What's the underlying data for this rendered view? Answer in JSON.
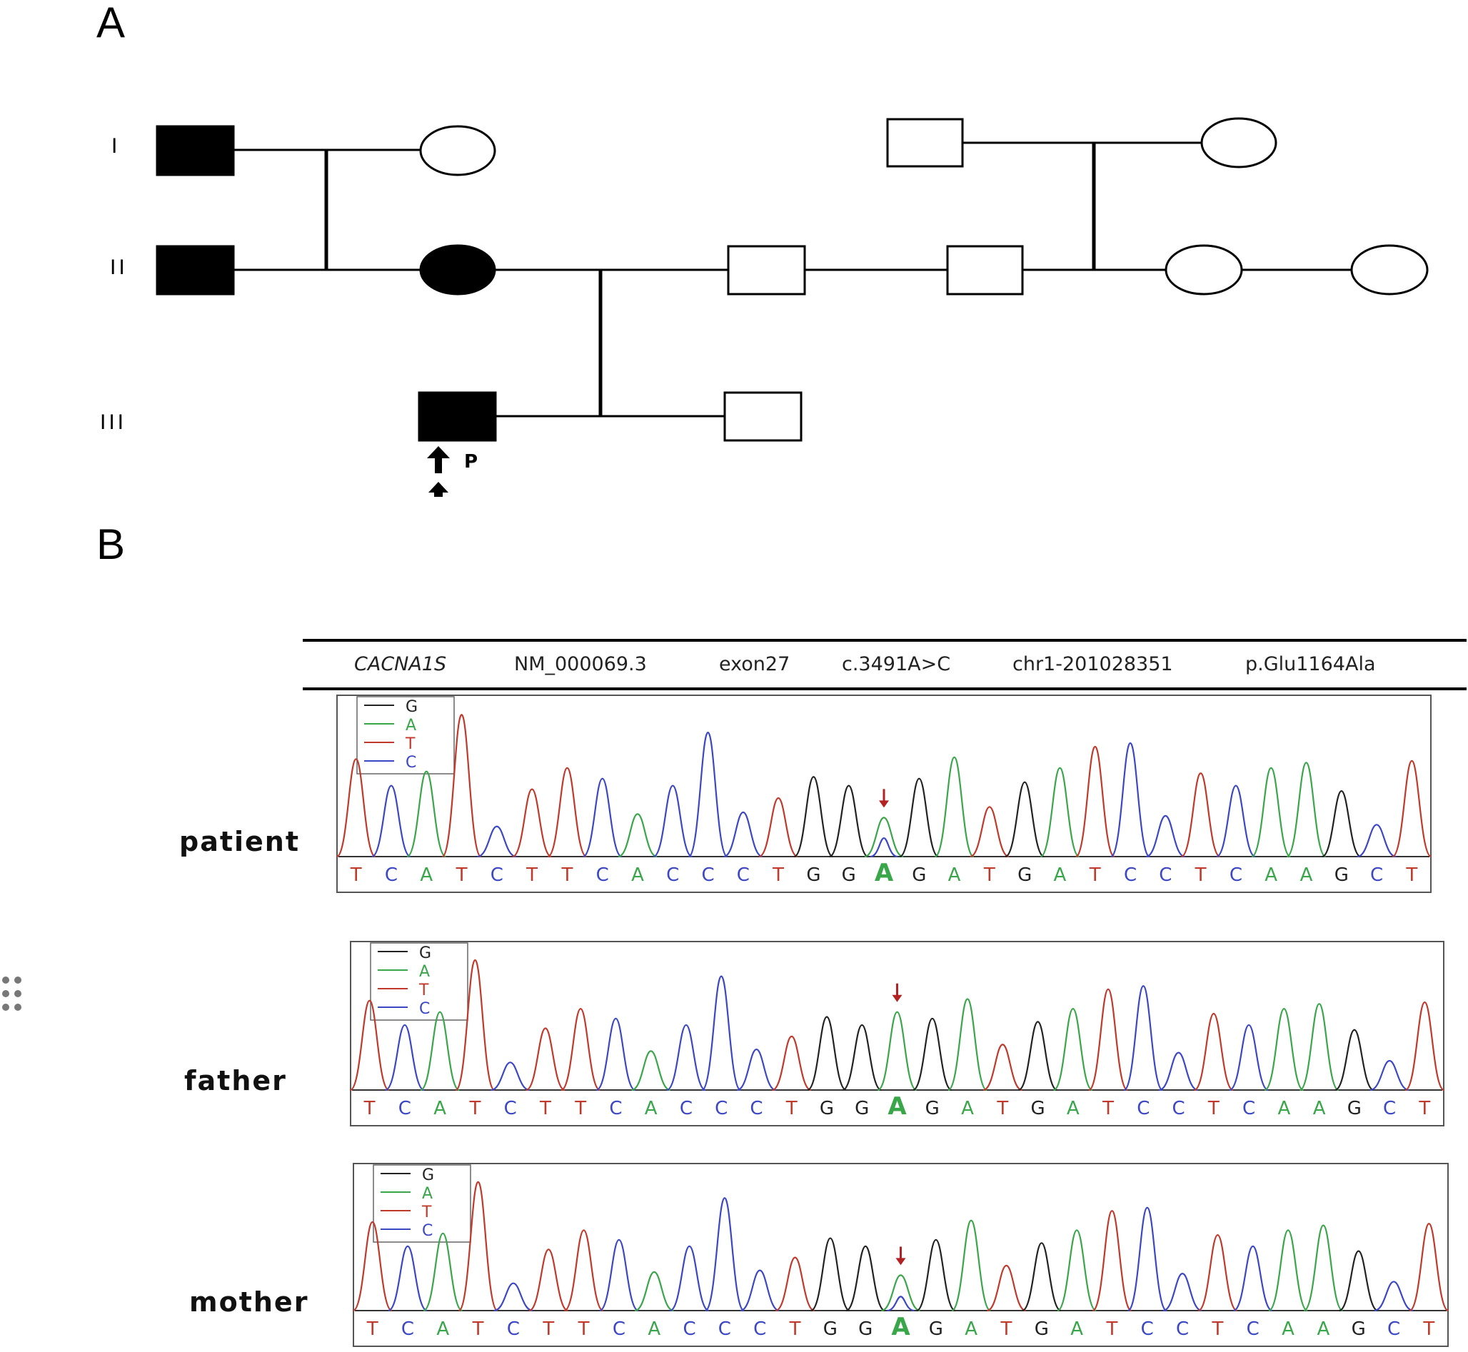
{
  "panels": {
    "a_label": "A",
    "b_label": "B"
  },
  "pedigree": {
    "generations": [
      "I",
      "II",
      "III"
    ],
    "proband_label": "P",
    "individuals": [
      {
        "id": "I-1",
        "sex": "male",
        "affected": true
      },
      {
        "id": "I-2",
        "sex": "female",
        "affected": false
      },
      {
        "id": "I-3",
        "sex": "male",
        "affected": false
      },
      {
        "id": "I-4",
        "sex": "female",
        "affected": false
      },
      {
        "id": "II-1",
        "sex": "male",
        "affected": true
      },
      {
        "id": "II-2",
        "sex": "female",
        "affected": true
      },
      {
        "id": "II-3",
        "sex": "male",
        "affected": false
      },
      {
        "id": "II-4",
        "sex": "male",
        "affected": false
      },
      {
        "id": "II-5",
        "sex": "female",
        "affected": false
      },
      {
        "id": "II-6",
        "sex": "female",
        "affected": false
      },
      {
        "id": "III-1",
        "sex": "male",
        "affected": true,
        "proband": true
      },
      {
        "id": "III-2",
        "sex": "male",
        "affected": false
      }
    ]
  },
  "variant": {
    "gene": "CACNA1S",
    "transcript": "NM_000069.3",
    "exon": "exon27",
    "cdna": "c.3491A>C",
    "position": "chr1-201028351",
    "protein": "p.Glu1164Ala"
  },
  "legend": [
    "G",
    "A",
    "T",
    "C"
  ],
  "colors": {
    "G": "#222222",
    "A": "#3aa64a",
    "T": "#c0392b",
    "C": "#3b47c4",
    "arrow": "#b22222"
  },
  "sequence": [
    "T",
    "C",
    "A",
    "T",
    "C",
    "T",
    "T",
    "C",
    "A",
    "C",
    "C",
    "C",
    "T",
    "G",
    "G",
    "A",
    "G",
    "A",
    "T",
    "G",
    "A",
    "T",
    "C",
    "C",
    "T",
    "C",
    "A",
    "A",
    "G",
    "C",
    "T"
  ],
  "highlight_index": 15,
  "samples": [
    {
      "label": "patient",
      "peak_heights": [
        0.55,
        0.4,
        0.48,
        0.8,
        0.17,
        0.38,
        0.5,
        0.44,
        0.24,
        0.4,
        0.7,
        0.25,
        0.33,
        0.45,
        0.4,
        0.22,
        0.44,
        0.56,
        0.28,
        0.42,
        0.5,
        0.62,
        0.64,
        0.23,
        0.47,
        0.4,
        0.5,
        0.53,
        0.37,
        0.18,
        0.54
      ],
      "alt_peak": 0.12
    },
    {
      "label": "father",
      "peak_heights": [
        0.55,
        0.4,
        0.48,
        0.8,
        0.17,
        0.38,
        0.5,
        0.44,
        0.24,
        0.4,
        0.7,
        0.25,
        0.33,
        0.45,
        0.4,
        0.48,
        0.44,
        0.56,
        0.28,
        0.42,
        0.5,
        0.62,
        0.64,
        0.23,
        0.47,
        0.4,
        0.5,
        0.53,
        0.37,
        0.18,
        0.54
      ],
      "alt_peak": 0.0
    },
    {
      "label": "mother",
      "peak_heights": [
        0.55,
        0.4,
        0.48,
        0.8,
        0.17,
        0.38,
        0.5,
        0.44,
        0.24,
        0.4,
        0.7,
        0.25,
        0.33,
        0.45,
        0.4,
        0.22,
        0.44,
        0.56,
        0.28,
        0.42,
        0.5,
        0.62,
        0.64,
        0.23,
        0.47,
        0.4,
        0.5,
        0.53,
        0.37,
        0.18,
        0.54
      ],
      "alt_peak": 0.1
    }
  ]
}
